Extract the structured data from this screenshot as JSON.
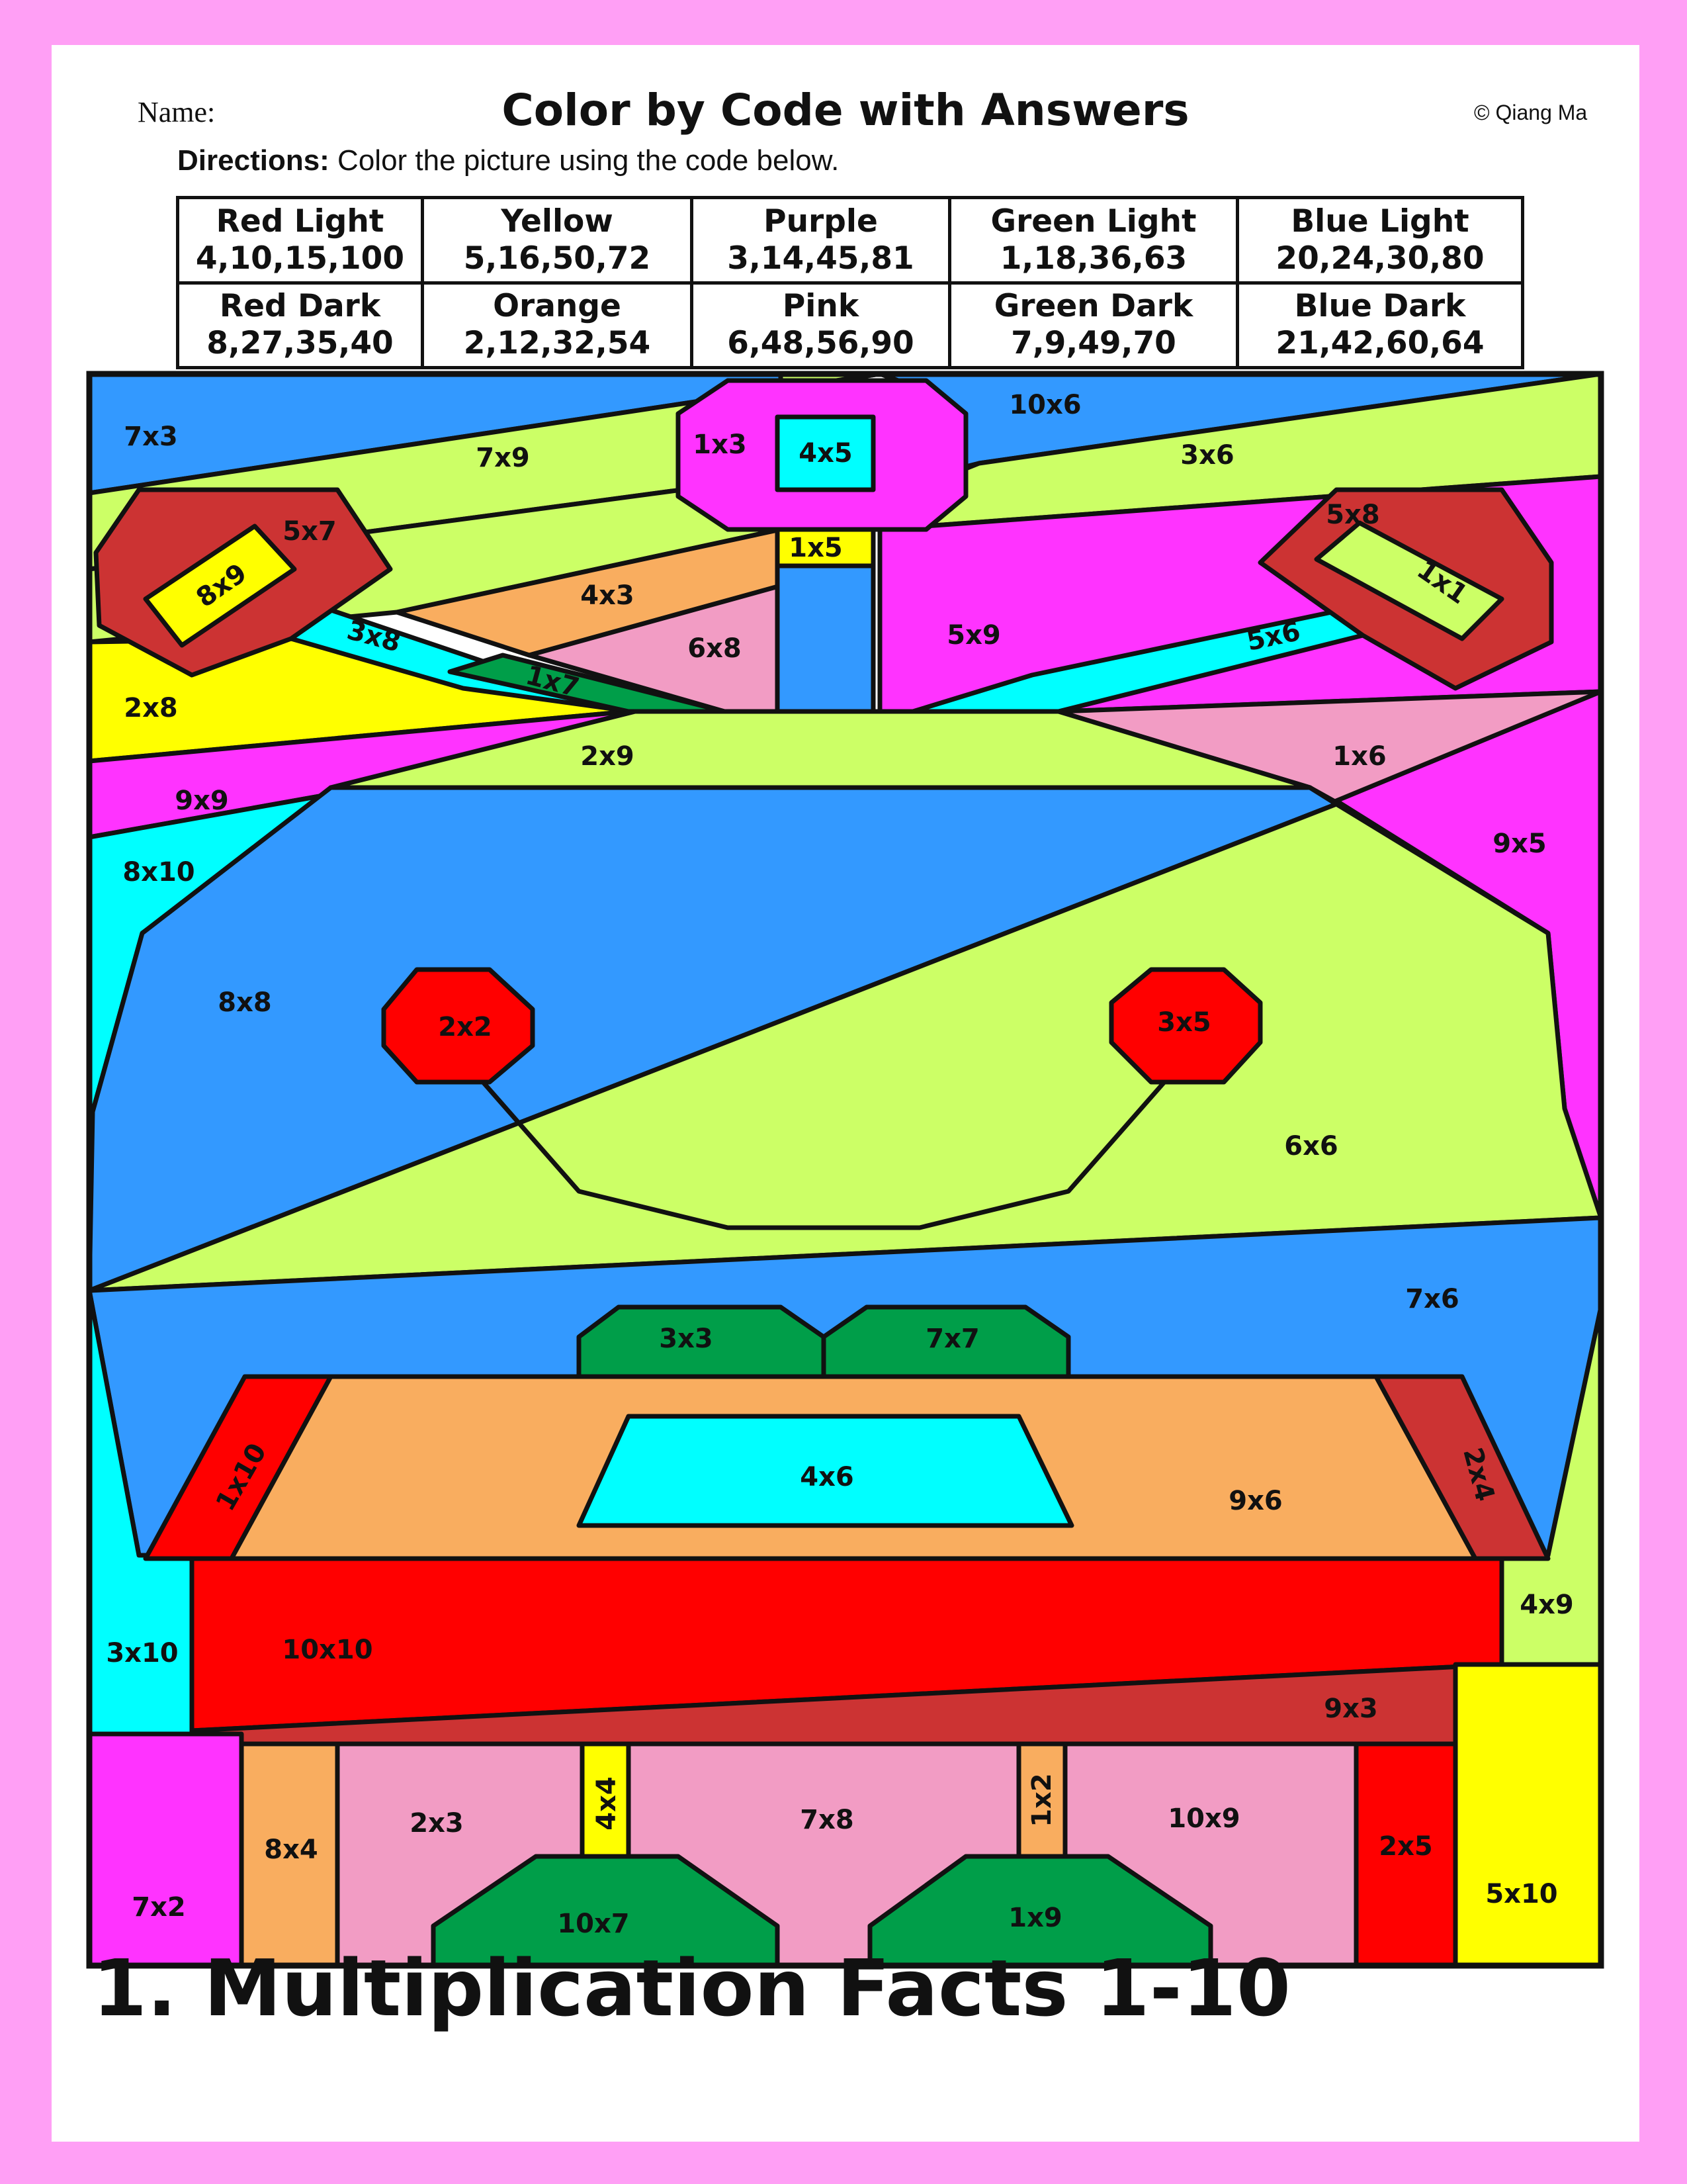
{
  "header": {
    "name_label": "Name:",
    "title": "Color by Code with Answers",
    "copyright": "© Qiang Ma",
    "directions_bold": "Directions:",
    "directions_text": " Color the picture using the code below."
  },
  "legend": [
    [
      {
        "name": "Red Light",
        "values": "4,10,15,100"
      },
      {
        "name": "Yellow",
        "values": "5,16,50,72"
      },
      {
        "name": "Purple",
        "values": "3,14,45,81"
      },
      {
        "name": "Green Light",
        "values": "1,18,36,63"
      },
      {
        "name": "Blue Light",
        "values": "20,24,30,80"
      }
    ],
    [
      {
        "name": "Red Dark",
        "values": "8,27,35,40"
      },
      {
        "name": "Orange",
        "values": "2,12,32,54"
      },
      {
        "name": "Pink",
        "values": "6,48,56,90"
      },
      {
        "name": "Green Dark",
        "values": "7,9,49,70"
      },
      {
        "name": "Blue Dark",
        "values": "21,42,60,64"
      }
    ]
  ],
  "colors": {
    "red_light": "#ff0000",
    "red_dark": "#cc3333",
    "yellow": "#ffff00",
    "orange": "#f9ad5f",
    "purple": "#ff33ff",
    "pink": "#f29cc4",
    "green_light": "#ccff66",
    "green_dark": "#009e49",
    "blue_light": "#00ffff",
    "blue_dark": "#3399ff",
    "border": "#ff9ff5"
  },
  "labels": {
    "l7x3": "7x3",
    "l7x9": "7x9",
    "l1x3": "1x3",
    "l4x5": "4x5",
    "l10x6": "10x6",
    "l3x6": "3x6",
    "l5x7": "5x7",
    "l8x9": "8x9",
    "l5x8": "5x8",
    "l1x1": "1x1",
    "l1x5": "1x5",
    "l4x3": "4x3",
    "l3x8": "3x8",
    "l6x8": "6x8",
    "l5x9": "5x9",
    "l5x6": "5x6",
    "l1x7": "1x7",
    "l2x8": "2x8",
    "l2x9": "2x9",
    "l1x6": "1x6",
    "l9x9": "9x9",
    "l9x5": "9x5",
    "l8x10": "8x10",
    "l8x8": "8x8",
    "l2x2": "2x2",
    "l3x5": "3x5",
    "l6x6": "6x6",
    "l7x6": "7x6",
    "l3x3": "3x3",
    "l7x7": "7x7",
    "l1x10": "1x10",
    "l4x6": "4x6",
    "l9x6": "9x6",
    "l2x4": "2x4",
    "l4x9": "4x9",
    "l3x10": "3x10",
    "l10x10": "10x10",
    "l9x3": "9x3",
    "l2x3": "2x3",
    "l4x4": "4x4",
    "l7x8": "7x8",
    "l1x2": "1x2",
    "l10x9": "10x9",
    "l8x4": "8x4",
    "l2x5": "2x5",
    "l7x2": "7x2",
    "l10x7": "10x7",
    "l1x9": "1x9",
    "l5x10": "5x10"
  },
  "footer": "1. Multiplication Facts 1-10"
}
